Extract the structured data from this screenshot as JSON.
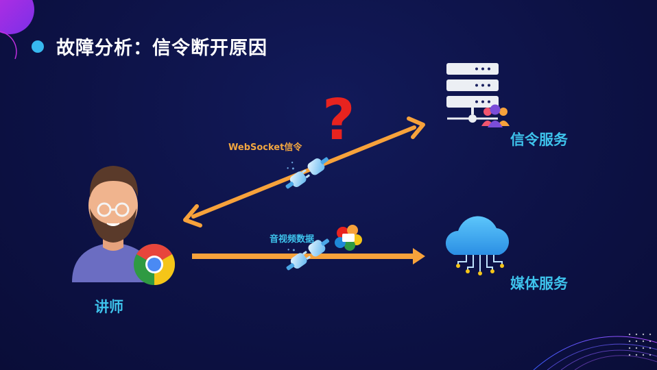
{
  "slide": {
    "title": "故障分析：信令断开原因"
  },
  "nodes": {
    "signal_server_label": "信令服务",
    "media_server_label": "媒体服务",
    "lecturer_label": "讲师"
  },
  "links": {
    "websocket_label": "WebSocket信令",
    "media_label": "音视频数据",
    "question_mark": "?"
  },
  "icons": {
    "server": "server-rack-icon",
    "users": "users-group-icon",
    "cloud": "cloud-network-icon",
    "avatar": "bearded-man-avatar-icon",
    "browser": "chrome-icon",
    "plug": "plug-disconnected-icon",
    "webrtc": "webrtc-icon"
  },
  "colors": {
    "background": "#0d1246",
    "accent": "#37b8ef",
    "arrow": "#f7a23b",
    "question": "#e8231f"
  }
}
